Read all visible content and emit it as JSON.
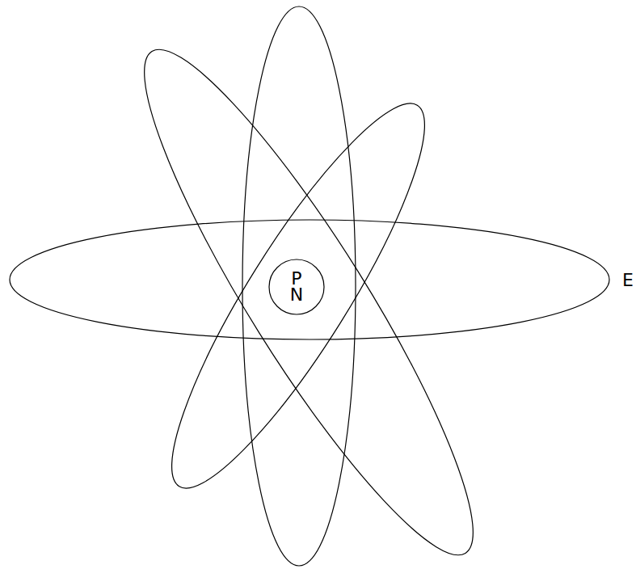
{
  "diagram": {
    "nodes": [
      {
        "text": [
          "P",
          "N"
        ]
      }
    ],
    "labels": [
      "E"
    ]
  }
}
